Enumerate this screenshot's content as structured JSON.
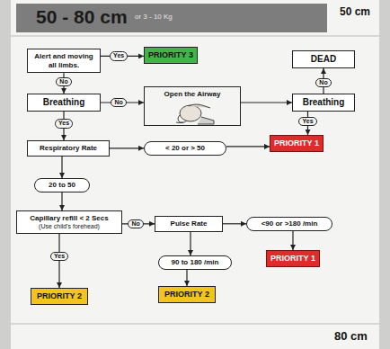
{
  "diagram": {
    "title": "50 - 80 cm",
    "nodes": [
      {
        "text": [
          "Alert and moving all limbs."
        ]
      },
      {
        "text": [
          "PRIORITY 3"
        ]
      },
      {
        "text": [
          "DEAD"
        ]
      },
      {
        "text": [
          "Breathing"
        ]
      },
      {
        "text": [
          "Open the Airway"
        ]
      },
      {
        "text": [
          "Breathing"
        ]
      },
      {
        "text": [
          "Respiratory Rate"
        ]
      },
      {
        "text": [
          "< 20 or > 50"
        ]
      },
      {
        "text": [
          "PRIORITY 1"
        ]
      },
      {
        "text": [
          "20 to 50"
        ]
      },
      {
        "text": [
          "Capillary refill < 2 Secs",
          "(Use child's forehead)"
        ]
      },
      {
        "text": [
          "Pulse Rate"
        ]
      },
      {
        "text": [
          "<90 or >180 /min"
        ]
      },
      {
        "text": [
          "90 to 180 /min"
        ]
      },
      {
        "text": [
          "PRIORITY 1"
        ]
      },
      {
        "text": [
          "PRIORITY 2"
        ]
      },
      {
        "text": [
          "PRIORITY 2"
        ]
      }
    ],
    "edges": [
      {
        "from": 0,
        "to": 1,
        "label": "Yes",
        "arrow": "to"
      },
      {
        "from": 0,
        "to": 3,
        "label": "No",
        "arrow": "to"
      },
      {
        "from": 3,
        "to": 4,
        "label": "No",
        "arrow": "to"
      },
      {
        "from": 4,
        "to": 5,
        "arrow": "to"
      },
      {
        "from": 5,
        "to": 2,
        "label": "No",
        "arrow": "to"
      },
      {
        "from": 5,
        "to": 8,
        "label": "Yes",
        "arrow": "to"
      },
      {
        "from": 3,
        "to": 6,
        "label": "Yes",
        "arrow": "to"
      },
      {
        "from": 6,
        "to": 7,
        "arrow": "to"
      },
      {
        "from": 7,
        "to": 8,
        "arrow": "to"
      },
      {
        "from": 6,
        "to": 9,
        "arrow": "to"
      },
      {
        "from": 9,
        "to": 10,
        "arrow": "to"
      },
      {
        "from": 10,
        "to": 11,
        "label": "No",
        "arrow": "to"
      },
      {
        "from": 10,
        "to": 15,
        "label": "Yes",
        "arrow": "to"
      },
      {
        "from": 11,
        "to": 12,
        "arrow": "to"
      },
      {
        "from": 12,
        "to": 14,
        "arrow": "to"
      },
      {
        "from": 11,
        "to": 13,
        "arrow": "to"
      },
      {
        "from": 13,
        "to": 16,
        "arrow": "to"
      }
    ],
    "labels": [
      "or 3 - 10 Kg",
      "50 cm",
      "80 cm"
    ]
  }
}
